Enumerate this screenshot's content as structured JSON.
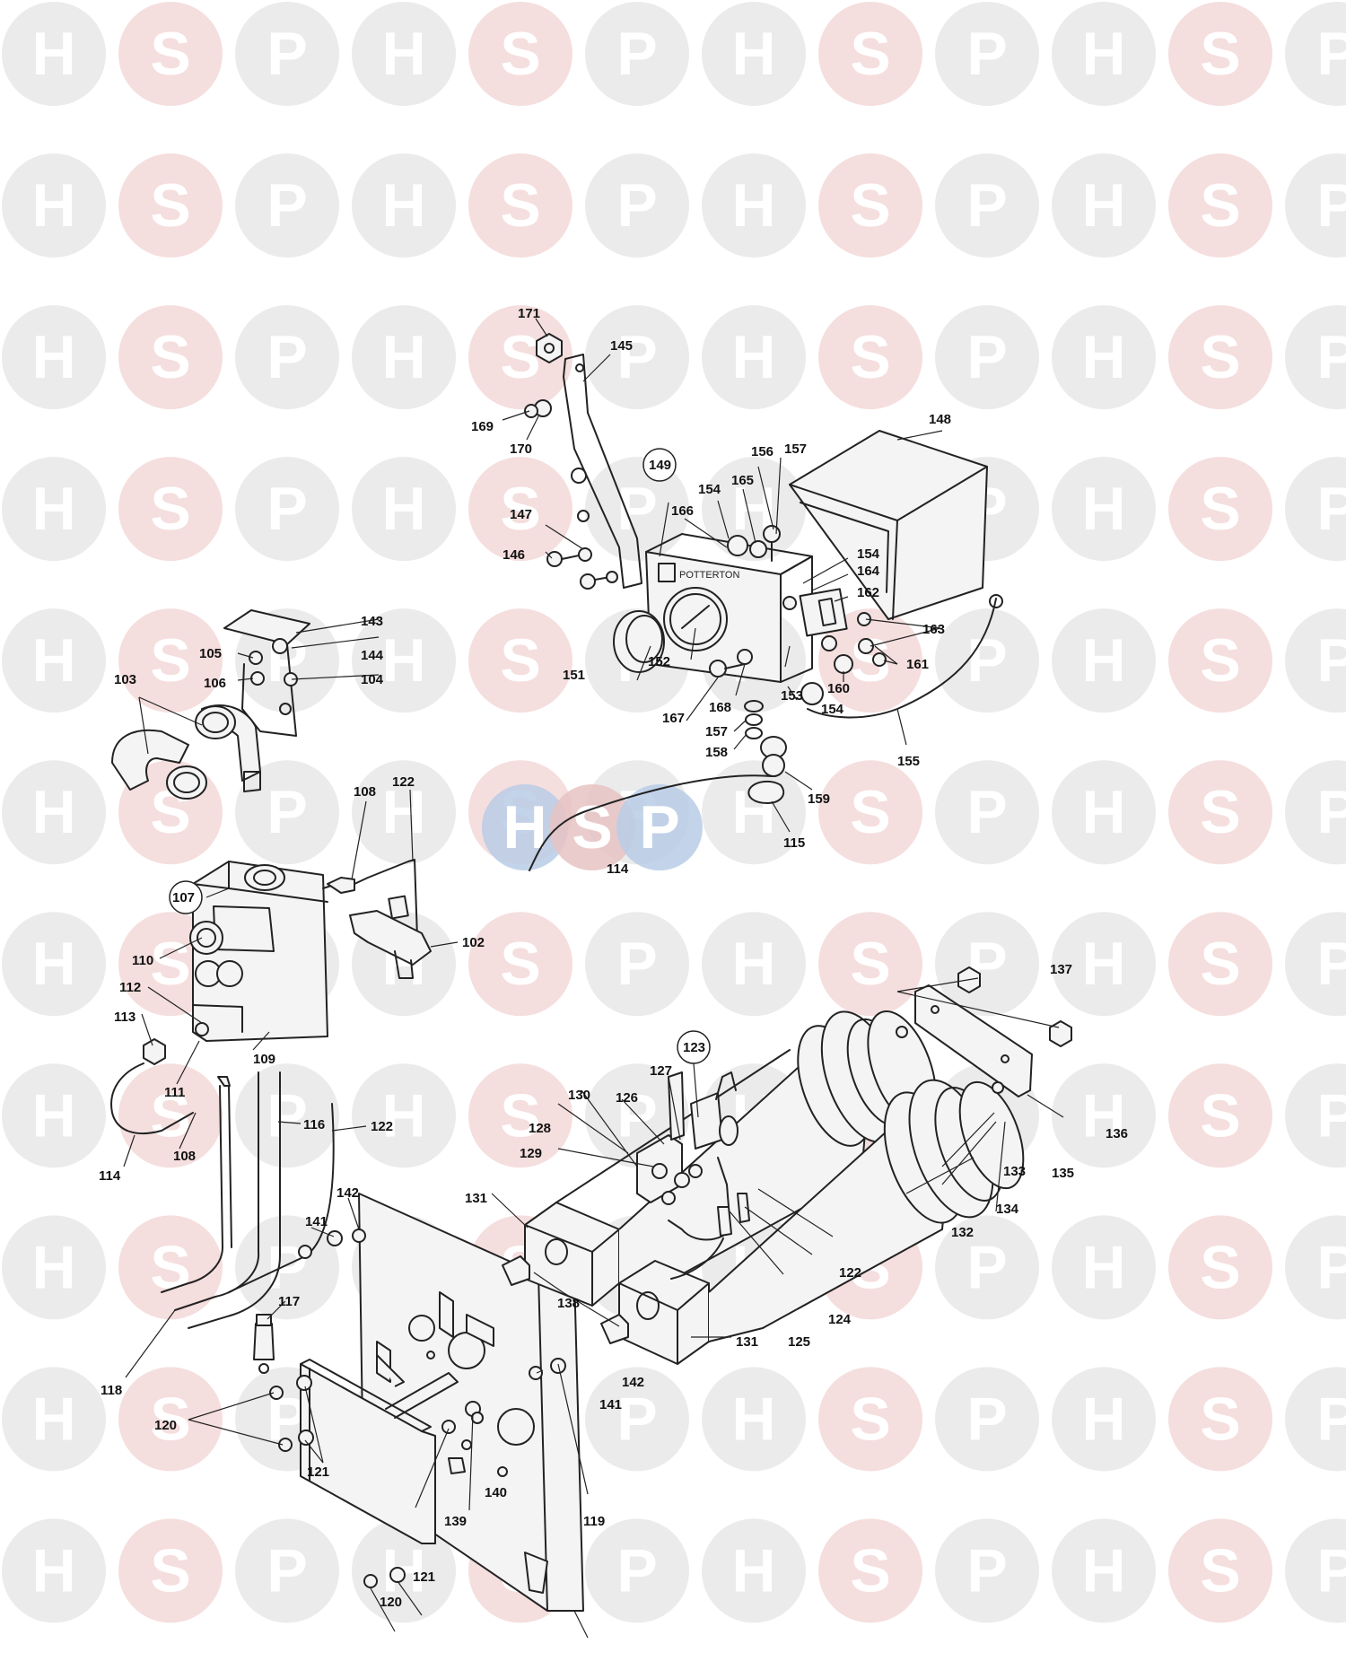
{
  "watermark": {
    "letters": [
      "H",
      "S",
      "P"
    ],
    "colors": {
      "grey": "#e6e6e6",
      "pink": "#f3d6d6",
      "center_blue": "#b8cde6",
      "center_pink": "#e8c3c3"
    }
  },
  "diagram": {
    "labels": {
      "l102": "102",
      "l103": "103",
      "l104": "104",
      "l105": "105",
      "l106": "106",
      "l107": "107",
      "l108a": "108",
      "l108b": "108",
      "l109": "109",
      "l110": "110",
      "l111": "111",
      "l112": "112",
      "l113": "113",
      "l114a": "114",
      "l114b": "114",
      "l115": "115",
      "l116": "116",
      "l117": "117",
      "l118": "118",
      "l119": "119",
      "l120a": "120",
      "l120b": "120",
      "l121a": "121",
      "l121b": "121",
      "l122a": "122",
      "l122b": "122",
      "l122c": "122",
      "l123": "123",
      "l124": "124",
      "l125": "125",
      "l126": "126",
      "l127": "127",
      "l128": "128",
      "l129": "129",
      "l130": "130",
      "l131a": "131",
      "l131b": "131",
      "l132": "132",
      "l133": "133",
      "l134": "134",
      "l135": "135",
      "l136": "136",
      "l137": "137",
      "l138": "138",
      "l139": "139",
      "l140": "140",
      "l141a": "141",
      "l141b": "141",
      "l142a": "142",
      "l142b": "142",
      "l143": "143",
      "l144": "144",
      "l145": "145",
      "l146": "146",
      "l147": "147",
      "l148": "148",
      "l149": "149",
      "l151": "151",
      "l152": "152",
      "l153": "153",
      "l154a": "154",
      "l154b": "154",
      "l154c": "154",
      "l155": "155",
      "l156": "156",
      "l157a": "157",
      "l157b": "157",
      "l158": "158",
      "l159": "159",
      "l160": "160",
      "l161": "161",
      "l162": "162",
      "l163": "163",
      "l164": "164",
      "l165": "165",
      "l166": "166",
      "l167": "167",
      "l168": "168",
      "l169": "169",
      "l170": "170",
      "l171": "171"
    }
  }
}
